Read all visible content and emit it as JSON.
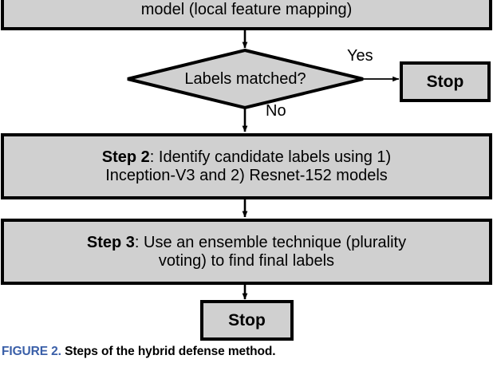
{
  "figure": {
    "caption_label": "FIGURE 2.",
    "caption_text": "Steps of the hybrid defense method.",
    "caption_label_color": "#3a5fa8"
  },
  "style": {
    "node_fill": "#d0d0d0",
    "node_stroke": "#000000",
    "connector_color": "#000000",
    "background": "#ffffff"
  },
  "chart_data": {
    "type": "flowchart",
    "title": "Steps of the hybrid defense method",
    "orientation": "top-to-bottom",
    "nodes": [
      {
        "id": "step1-partial",
        "shape": "process",
        "text": "model (local feature mapping)",
        "clipped": true,
        "note": "top box cropped by image edge"
      },
      {
        "id": "decision",
        "shape": "decision",
        "text": "Labels matched?"
      },
      {
        "id": "stop-right",
        "shape": "process",
        "text": "Stop"
      },
      {
        "id": "step2",
        "shape": "process",
        "text_bold": "Step 2",
        "text": ": Identify candidate labels using 1) Inception-V3 and 2) Resnet-152 models"
      },
      {
        "id": "step3",
        "shape": "process",
        "text_bold": "Step 3",
        "text": ": Use an ensemble technique (plurality voting) to find final labels"
      },
      {
        "id": "stop-bottom",
        "shape": "process",
        "text": "Stop"
      }
    ],
    "edges": [
      {
        "from": "step1-partial",
        "to": "decision",
        "label": ""
      },
      {
        "from": "decision",
        "to": "stop-right",
        "label": "Yes"
      },
      {
        "from": "decision",
        "to": "step2",
        "label": "No"
      },
      {
        "from": "step2",
        "to": "step3",
        "label": ""
      },
      {
        "from": "step3",
        "to": "stop-bottom",
        "label": ""
      }
    ]
  },
  "nodes": {
    "top_box": {
      "line1": "model (local feature mapping)"
    },
    "decision": {
      "label": "Labels matched?"
    },
    "stop_right": {
      "label": "Stop"
    },
    "step2": {
      "bold": "Step 2",
      "rest": ": Identify candidate labels using 1)\nInception-V3 and 2) Resnet-152 models"
    },
    "step3": {
      "bold": "Step 3",
      "rest": ": Use an ensemble technique (plurality\nvoting) to find final labels"
    },
    "stop_bottom": {
      "label": "Stop"
    }
  },
  "edge_labels": {
    "yes": "Yes",
    "no": "No"
  }
}
